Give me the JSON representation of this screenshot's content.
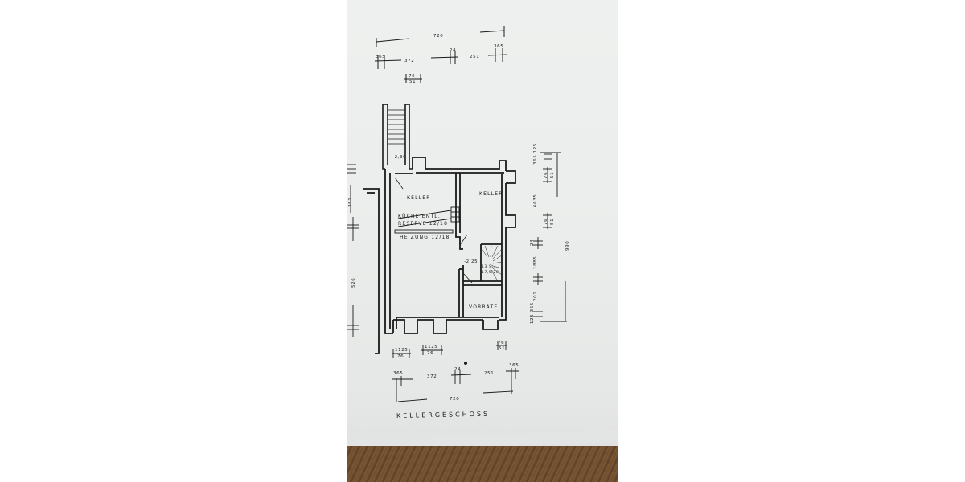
{
  "plan": {
    "title": "KELLERGESCHOSS",
    "rooms": [
      {
        "name": "KELLER",
        "id": "keller-left"
      },
      {
        "name": "KELLER",
        "id": "keller-right"
      },
      {
        "name": "VORRÄTE",
        "id": "vorraete"
      }
    ],
    "annotations": {
      "kueche": "KÜCHE ENTL.",
      "reserve": "RESERVE 12/18",
      "heizung": "HEIZUNG 12/18",
      "stair_level": "-2,30",
      "floor_level": "-2,25",
      "stair_spec_1": "13 St.",
      "stair_spec_2": "17,5/28"
    },
    "dimensions": {
      "top_total": "720",
      "top_left": "372",
      "top_mid": "24",
      "top_right": "251",
      "top_wall_left": "365",
      "top_wall_right": "365",
      "top_window": "76",
      "top_window_sub": "51",
      "bottom_total": "720",
      "bottom_left": "372",
      "bottom_mid": "24",
      "bottom_right": "251",
      "bottom_wall_left": "365",
      "bottom_wall_right": "365",
      "bottom_win1": "1125",
      "bottom_win1_sub": "76",
      "bottom_win2": "1125",
      "bottom_win2_sub": "76",
      "bottom_win3": "76",
      "bottom_win3_sub": "51",
      "right_total": "990",
      "right_top": "365 125",
      "right_win1": "76",
      "right_win1_sub": "51",
      "right_seg1": "6635",
      "right_win2": "76",
      "right_win2_sub": "51",
      "right_mid": "24",
      "right_seg2": "1885",
      "right_seg3": "201",
      "right_bottom": "125 365",
      "left_seg1": "351",
      "left_seg2": "526"
    }
  }
}
